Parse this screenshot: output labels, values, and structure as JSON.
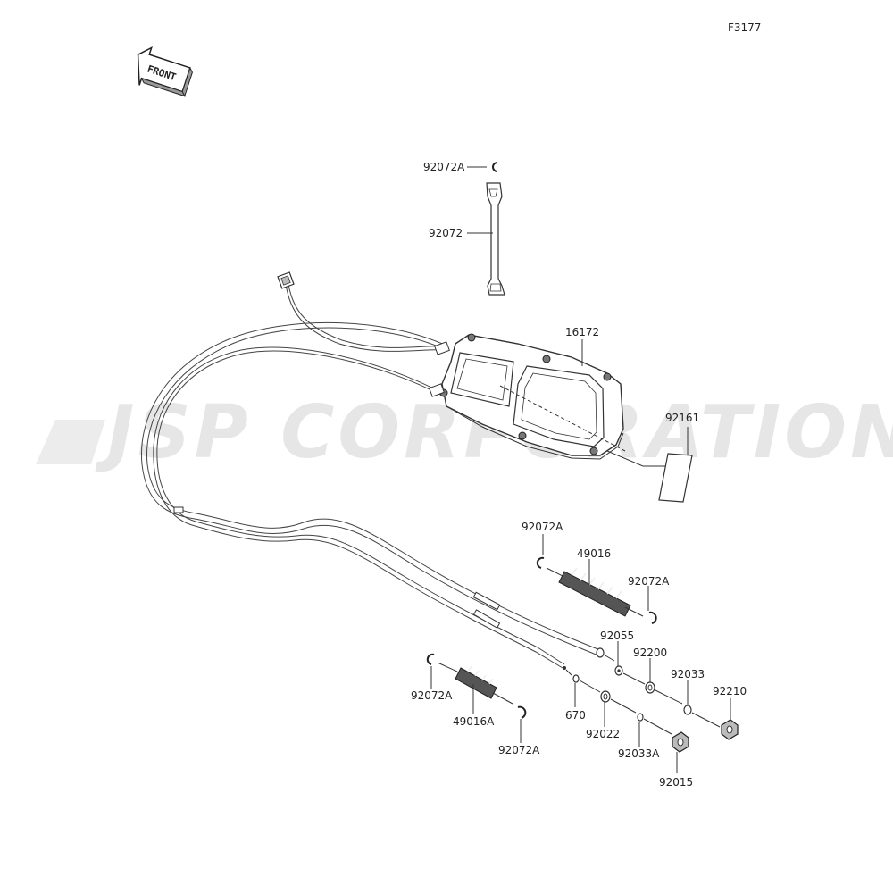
{
  "figure_code": "F3177",
  "front_label": "FRONT",
  "watermark": "JSP CORPORATION",
  "parts": {
    "clip_top": "92072A",
    "band": "92072",
    "case": "16172",
    "label": "92161",
    "clip_r1": "92072A",
    "boot_r": "49016",
    "clip_r2": "92072A",
    "washer_92055": "92055",
    "nut_92200": "92200",
    "washer_92033": "92033",
    "nut_92210": "92210",
    "clip_l1": "92072A",
    "boot_l": "49016A",
    "clip_l2": "92072A",
    "oring_670": "670",
    "washer_92022": "92022",
    "washer_92033A": "92033A",
    "nut_92015": "92015"
  }
}
